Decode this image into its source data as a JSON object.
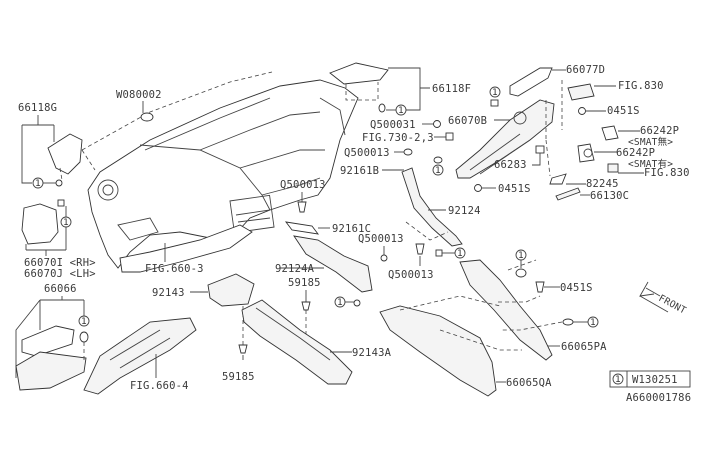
{
  "diagram": {
    "title_code": "A660001786",
    "legend": {
      "ref": "1",
      "part": "W130251"
    },
    "front_label": "FRONT",
    "callout_ref": "1",
    "labels": {
      "p66118G": "66118G",
      "pW080002": "W080002",
      "p66118F": "66118F",
      "p66077D": "66077D",
      "fig830a": "FIG.830",
      "pQ500031": "Q500031",
      "p66070B": "66070B",
      "p0451S_a": "0451S",
      "fig730": "FIG.730-2,3",
      "pQ500013_a": "Q500013",
      "p66283": "66283",
      "p66242P_a": "66242P",
      "smat_none": "<SMAT無>",
      "p66242P_b": "66242P",
      "smat_with": "<SMAT有>",
      "p92161B": "92161B",
      "p0451S_b": "0451S",
      "fig830b": "FIG.830",
      "p82245": "82245",
      "pQ500013_b": "Q500013",
      "p66130C": "66130C",
      "p92161C": "92161C",
      "p92124": "92124",
      "p66070I": "66070I <RH>",
      "p66070J": "66070J <LH>",
      "fig6603": "FIG.660-3",
      "pQ500013_c": "Q500013",
      "p92124A": "92124A",
      "pQ500013_d": "Q500013",
      "p66066": "66066",
      "p92143": "92143",
      "p59185_a": "59185",
      "p0451S_c": "0451S",
      "p92143A": "92143A",
      "p66065PA": "66065PA",
      "fig6604": "FIG.660-4",
      "p59185_b": "59185",
      "p66065QA": "66065QA"
    }
  }
}
